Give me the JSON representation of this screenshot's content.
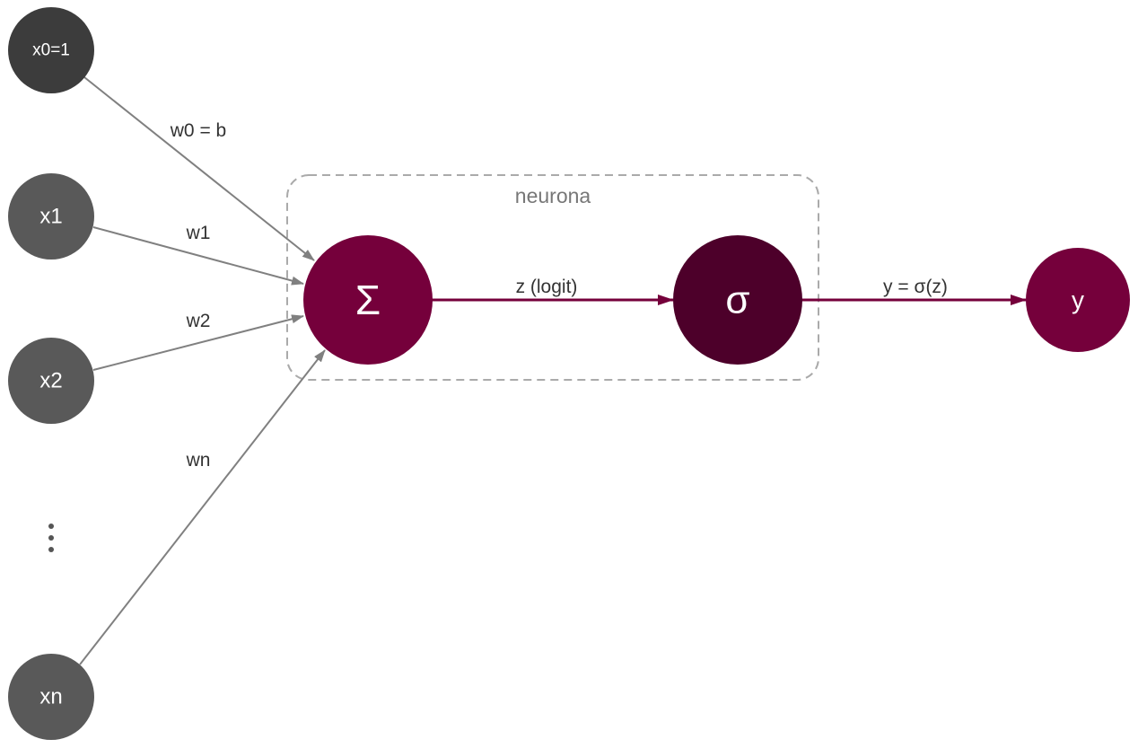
{
  "colors": {
    "input_bias": "#3c3c3c",
    "input": "#595959",
    "sum": "#75003b",
    "activation": "#4d002a",
    "output": "#75003b",
    "edge_gray": "#808080",
    "edge_main": "#75003b",
    "group_border": "#aaaaaa"
  },
  "inputs": {
    "x0": "x0=1",
    "x1": "x1",
    "x2": "x2",
    "ellipsis": "⋮",
    "xn": "xn"
  },
  "weights": {
    "w0": "w0 = b",
    "w1": "w1",
    "w2": "w2",
    "wn": "wn"
  },
  "neuron": {
    "group_label": "neurona",
    "sum_symbol": "Σ",
    "activation_symbol": "σ",
    "logit_label": "z  (logit)"
  },
  "output": {
    "edge_label": "y = σ(z)",
    "node_label": "y"
  }
}
